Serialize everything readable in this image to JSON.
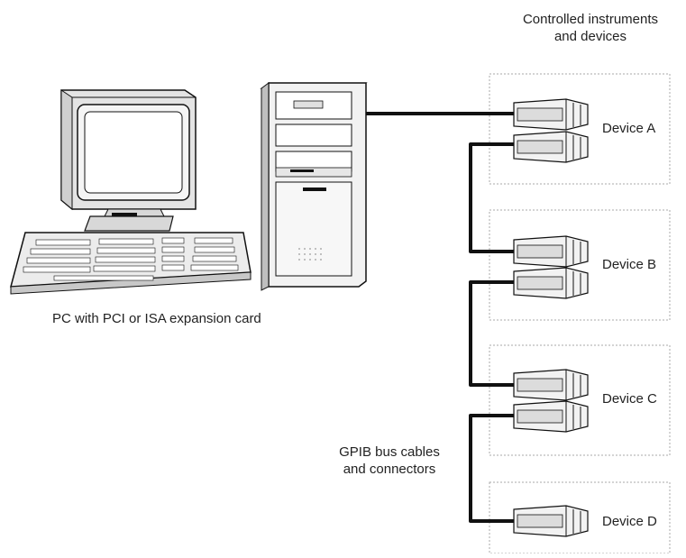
{
  "labels": {
    "controlled_line1": "Controlled instruments",
    "controlled_line2": "and devices",
    "pc_caption": "PC with PCI or ISA expansion card",
    "gpib_line1": "GPIB bus cables",
    "gpib_line2": "and connectors"
  },
  "devices": [
    {
      "label": "Device A"
    },
    {
      "label": "Device B"
    },
    {
      "label": "Device C"
    },
    {
      "label": "Device D"
    }
  ],
  "colors": {
    "line": "#111111",
    "fill_light": "#f2f2f2",
    "fill_mid": "#dcdcdc",
    "fill_dark": "#8a8a8a",
    "dash": "#aaaaaa"
  },
  "icons": {
    "monitor": "crt-monitor-icon",
    "keyboard": "keyboard-icon",
    "tower": "pc-tower-icon",
    "connector": "gpib-connector-icon"
  }
}
